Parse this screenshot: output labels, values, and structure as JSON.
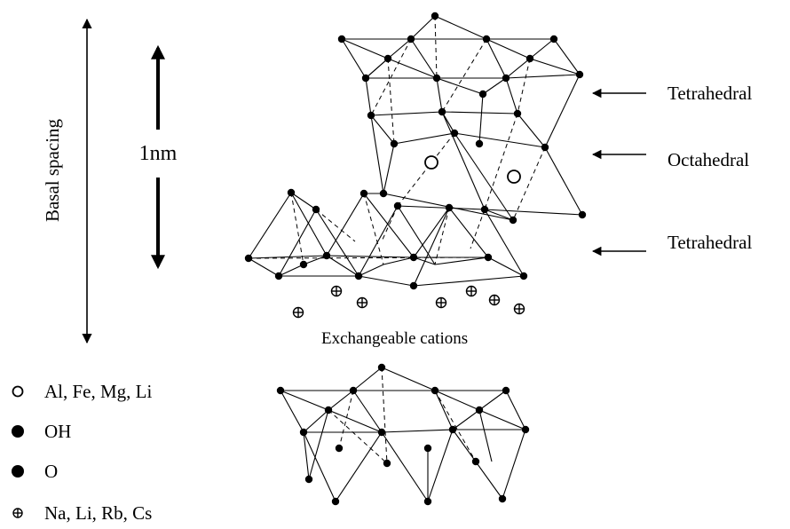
{
  "labels": {
    "basal_spacing": "Basal spacing",
    "nm": "1nm",
    "tetrahedral_top": "Tetrahedral",
    "octahedral": "Octahedral",
    "tetrahedral_bottom": "Tetrahedral",
    "exchangeable": "Exchangeable cations"
  },
  "legend": [
    {
      "symbol": "open-circle",
      "text": "Al, Fe, Mg, Li"
    },
    {
      "symbol": "filled-circle",
      "text": "OH"
    },
    {
      "symbol": "filled-circle",
      "text": "O"
    },
    {
      "symbol": "cross-circle",
      "text": "Na, Li, Rb, Cs"
    }
  ]
}
